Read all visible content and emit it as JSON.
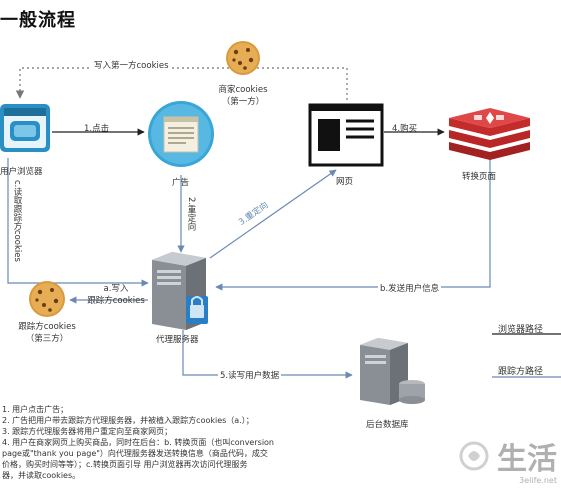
{
  "title": "一般流程",
  "nodes": {
    "browser": "用户浏览器",
    "ad": "广告",
    "webpage": "网页",
    "conversion": "转换页面",
    "proxy": "代理服务器",
    "db": "后台数据库",
    "merchant_cookie": "商家cookies",
    "merchant_cookie_sub": "（第一方）",
    "tracker_cookie": "跟踪方cookies",
    "tracker_cookie_sub": "（第三方）"
  },
  "edges": {
    "write_first_party": "写入第一方cookies",
    "click": "1.点击",
    "redirect": "2.重定向",
    "redirect_back": "3.重定向",
    "buy": "4.购买",
    "read_tracker_1": "c.读取跟踪方",
    "read_tracker_2": "cookies",
    "write_tracker_1": "a.写入",
    "write_tracker_2": "跟踪方cookies",
    "send_info": "b.发送用户信息",
    "read_write_user": "5.读写用户数据"
  },
  "legend": {
    "browser_path": "浏览器路径",
    "tracker_path": "跟踪方路径"
  },
  "steps": [
    "1. 用户点击广告；",
    "2. 广告把用户带去跟踪方代理服务器，并被植入跟踪方cookies（a.）；",
    "3. 跟踪方代理服务器将用户重定向至商家网页；",
    "4. 用户在商家网页上购买商品，同时在后台：b. 转换页面（也叫conversion",
    "   page或\"thank you page\"）向代理服务器发送转换信息（商品代码，成交",
    "   价格，购买时间等等）；c.转换页面引导 用户浏览器再次访问代理服务",
    "   器，并读取cookies。"
  ],
  "watermark": {
    "text": "生活",
    "url": "3elife.net"
  },
  "colors": {
    "tracker_path": "#6a8ab5",
    "browser_path": "#222222",
    "first_party_dotted": "#888888",
    "browser_icon": "#2a8fc4",
    "ad_icon": "#3aa6d6",
    "conversion_icon": "#c42b2b",
    "server_icon": "#8a8f96"
  }
}
